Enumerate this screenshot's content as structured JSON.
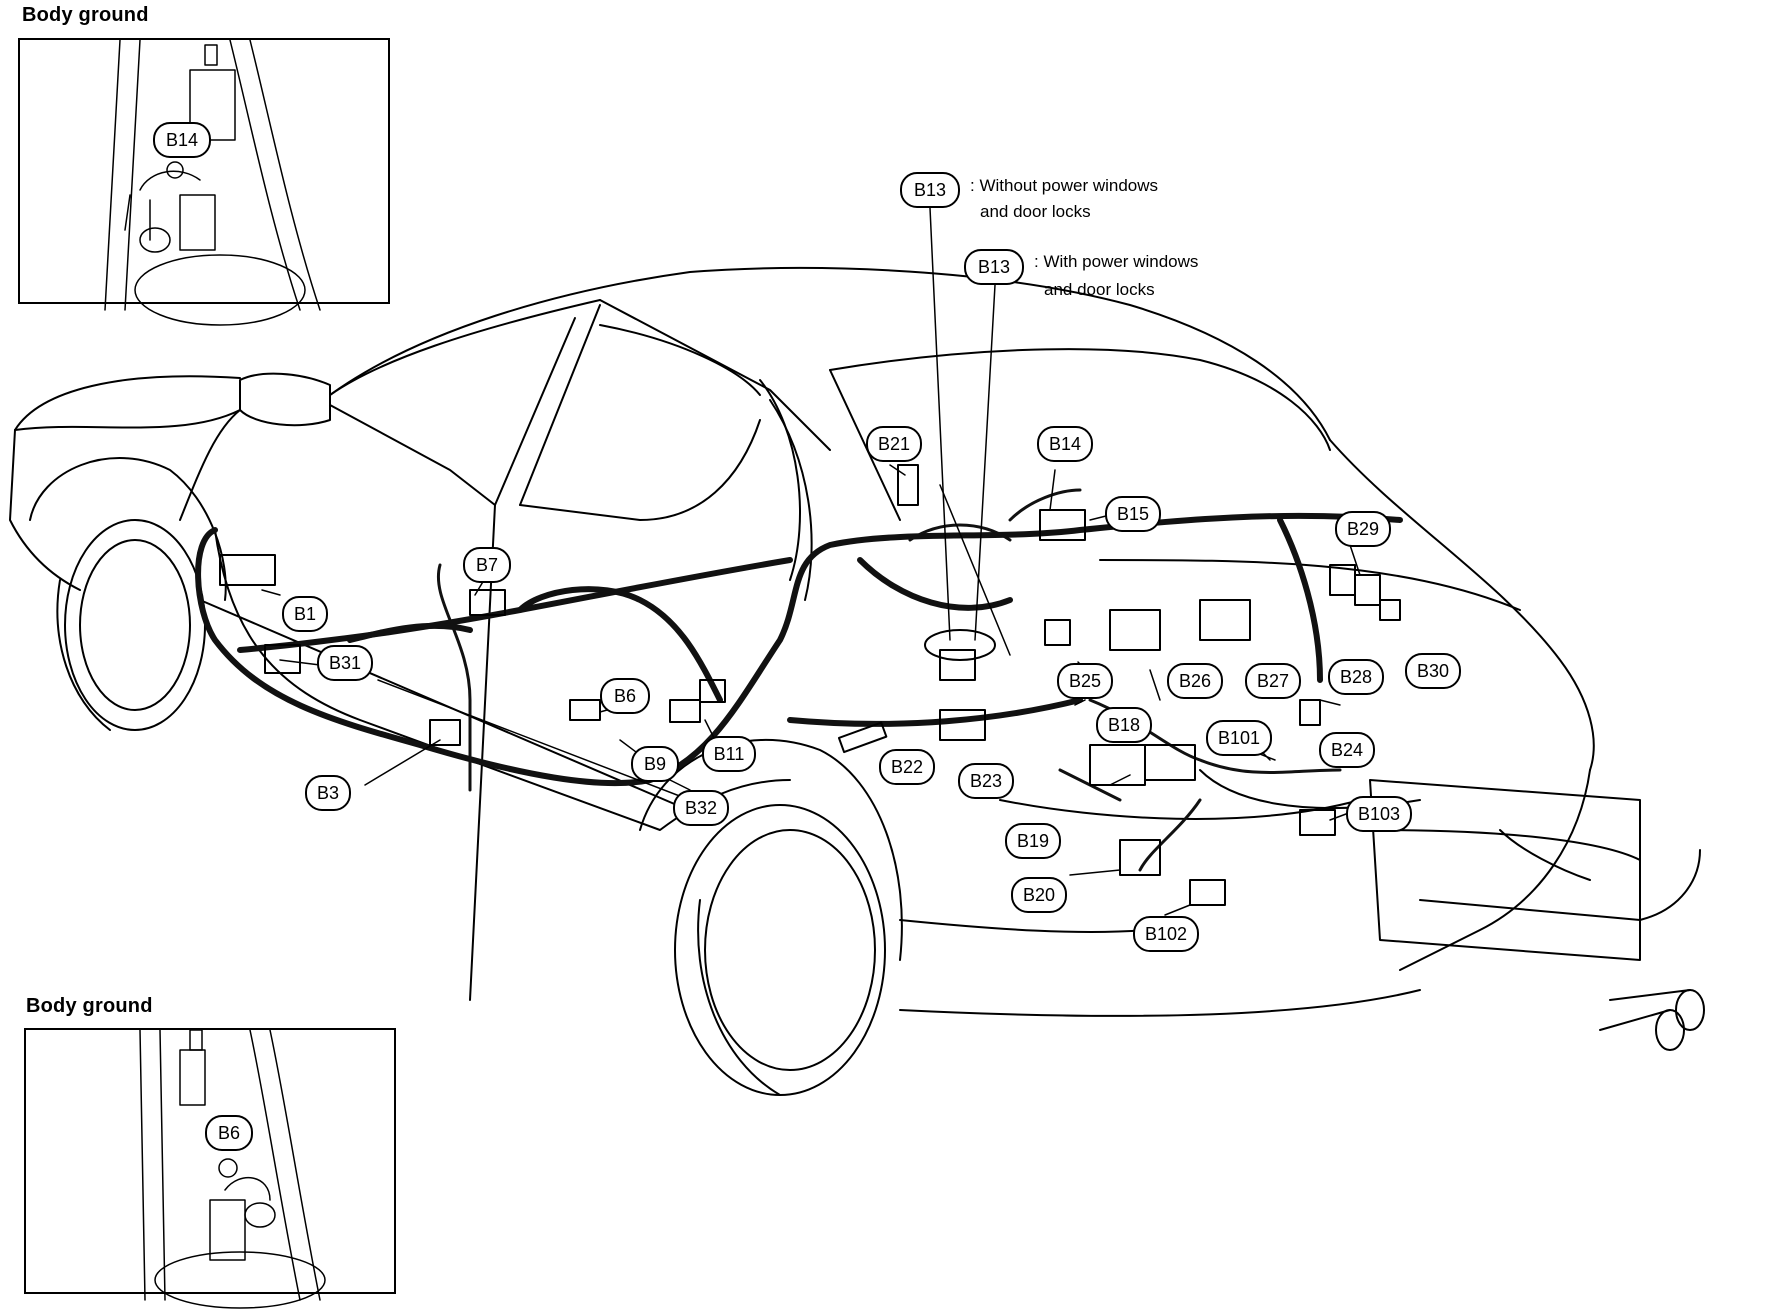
{
  "insets": {
    "top_title": "Body ground",
    "top_label": "B14",
    "bottom_title": "Body ground",
    "bottom_label": "B6"
  },
  "notes": {
    "b13_without": {
      "label": "B13",
      "line1": ": Without power windows",
      "line2": "and door locks"
    },
    "b13_with": {
      "label": "B13",
      "line1": ": With power windows",
      "line2": "and door locks"
    }
  },
  "connectors": [
    "B1",
    "B3",
    "B6",
    "B7",
    "B9",
    "B11",
    "B14",
    "B15",
    "B18",
    "B19",
    "B20",
    "B21",
    "B22",
    "B23",
    "B24",
    "B25",
    "B26",
    "B27",
    "B28",
    "B29",
    "B30",
    "B31",
    "B32",
    "B101",
    "B102",
    "B103"
  ],
  "colors": {
    "line": "#000000",
    "background": "#ffffff",
    "harness": "#111111"
  }
}
